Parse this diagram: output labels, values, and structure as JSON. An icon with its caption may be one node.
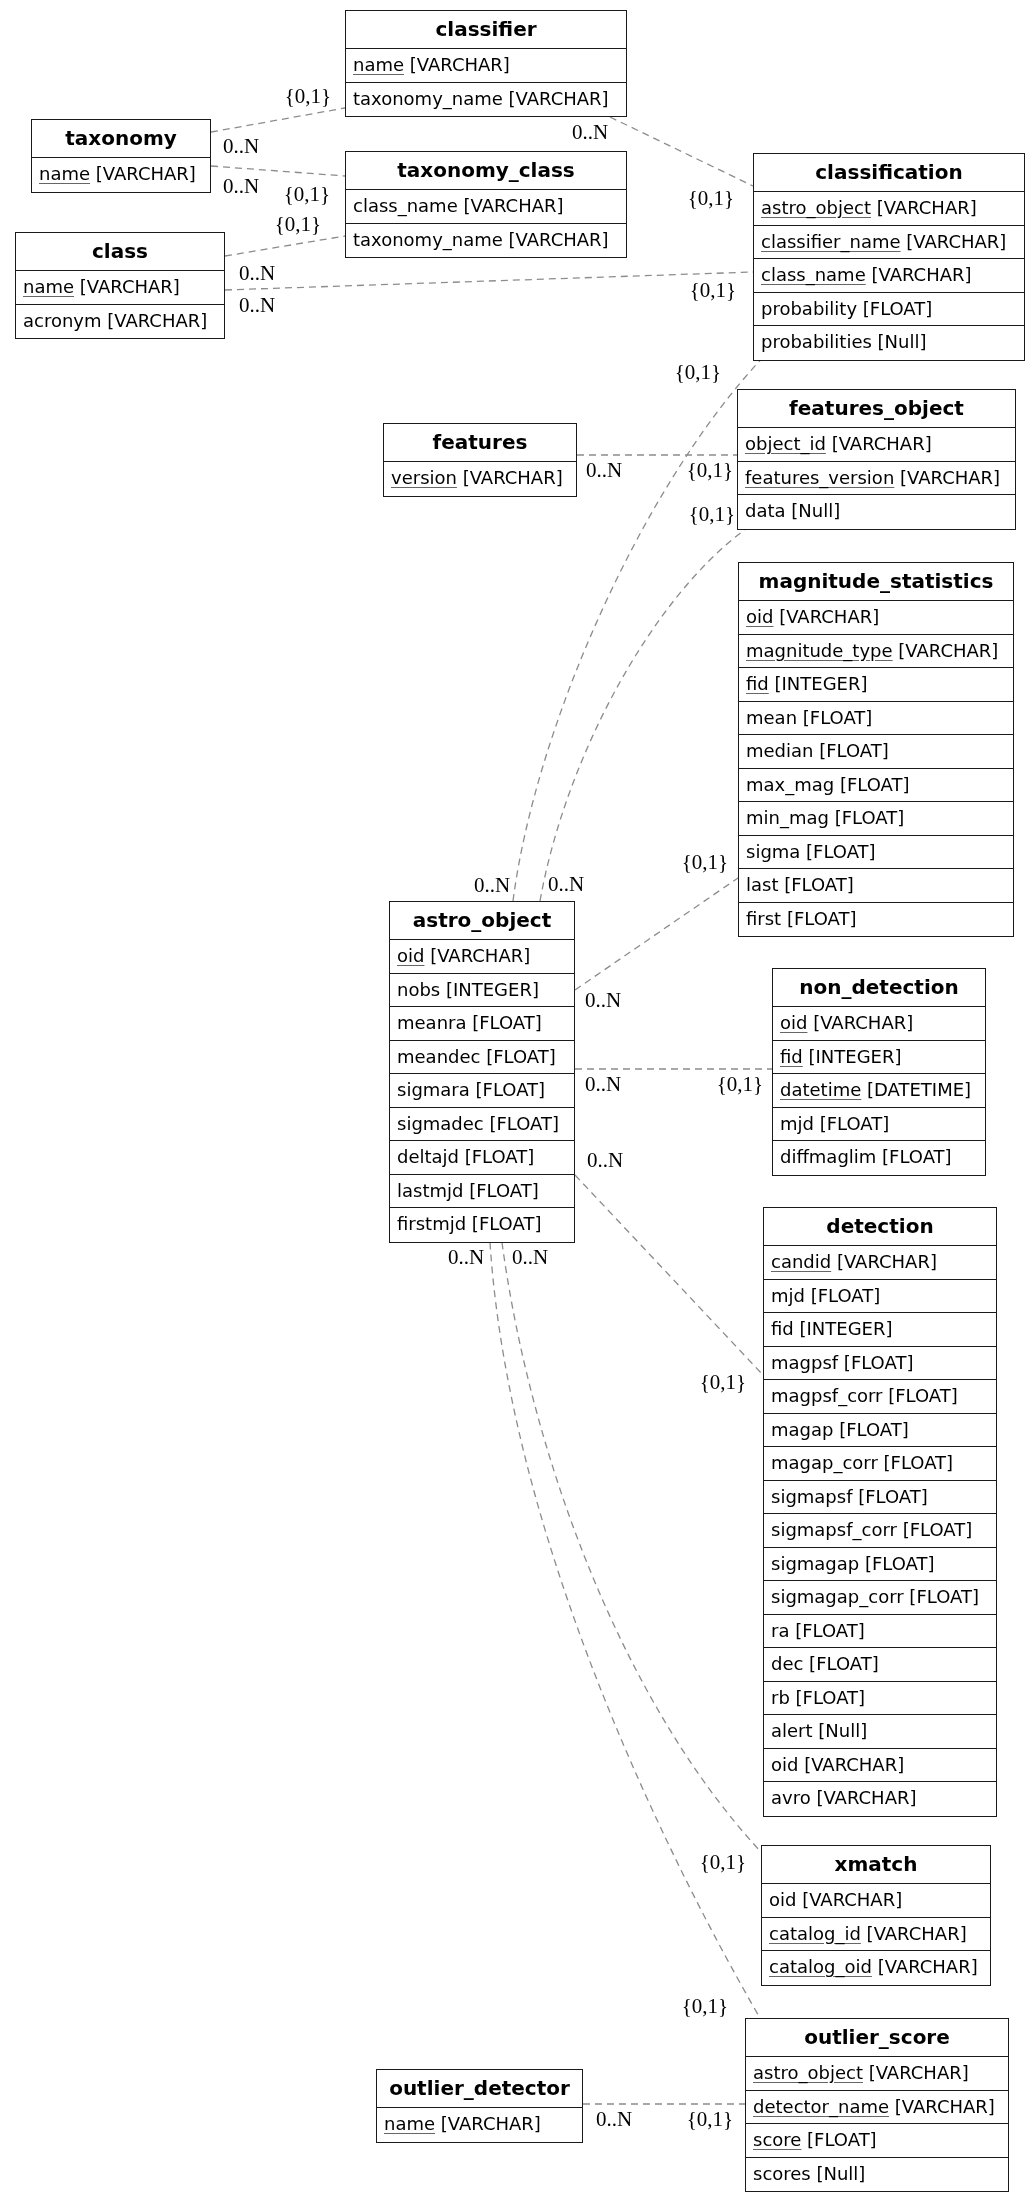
{
  "diagram": {
    "nodes": [
      {
        "text": [
          "classifier",
          "name [VARCHAR]",
          "taxonomy_name [VARCHAR]"
        ]
      },
      {
        "text": [
          "taxonomy",
          "name [VARCHAR]"
        ]
      },
      {
        "text": [
          "taxonomy_class",
          "class_name [VARCHAR]",
          "taxonomy_name [VARCHAR]"
        ]
      },
      {
        "text": [
          "classification",
          "astro_object [VARCHAR]",
          "classifier_name [VARCHAR]",
          "class_name [VARCHAR]",
          "probability [FLOAT]",
          "probabilities [Null]"
        ]
      },
      {
        "text": [
          "class",
          "name [VARCHAR]",
          "acronym [VARCHAR]"
        ]
      },
      {
        "text": [
          "features",
          "version [VARCHAR]"
        ]
      },
      {
        "text": [
          "features_object",
          "object_id [VARCHAR]",
          "features_version [VARCHAR]",
          "data [Null]"
        ]
      },
      {
        "text": [
          "magnitude_statistics",
          "oid [VARCHAR]",
          "magnitude_type [VARCHAR]",
          "fid [INTEGER]",
          "mean [FLOAT]",
          "median [FLOAT]",
          "max_mag [FLOAT]",
          "min_mag [FLOAT]",
          "sigma [FLOAT]",
          "last [FLOAT]",
          "first [FLOAT]"
        ]
      },
      {
        "text": [
          "astro_object",
          "oid [VARCHAR]",
          "nobs [INTEGER]",
          "meanra [FLOAT]",
          "meandec [FLOAT]",
          "sigmara [FLOAT]",
          "sigmadec [FLOAT]",
          "deltajd [FLOAT]",
          "lastmjd [FLOAT]",
          "firstmjd [FLOAT]"
        ]
      },
      {
        "text": [
          "non_detection",
          "oid [VARCHAR]",
          "fid [INTEGER]",
          "datetime [DATETIME]",
          "mjd [FLOAT]",
          "diffmaglim [FLOAT]"
        ]
      },
      {
        "text": [
          "detection",
          "candid [VARCHAR]",
          "mjd [FLOAT]",
          "fid [INTEGER]",
          "magpsf [FLOAT]",
          "magpsf_corr [FLOAT]",
          "magap [FLOAT]",
          "magap_corr [FLOAT]",
          "sigmapsf [FLOAT]",
          "sigmapsf_corr [FLOAT]",
          "sigmagap [FLOAT]",
          "sigmagap_corr [FLOAT]",
          "ra [FLOAT]",
          "dec [FLOAT]",
          "rb [FLOAT]",
          "alert [Null]",
          "oid [VARCHAR]",
          "avro [VARCHAR]"
        ]
      },
      {
        "text": [
          "xmatch",
          "oid [VARCHAR]",
          "catalog_id [VARCHAR]",
          "catalog_oid [VARCHAR]"
        ]
      },
      {
        "text": [
          "outlier_detector",
          "name [VARCHAR]"
        ]
      },
      {
        "text": [
          "outlier_score",
          "astro_object [VARCHAR]",
          "detector_name [VARCHAR]",
          "score [FLOAT]",
          "scores [Null]"
        ]
      }
    ],
    "edges": [
      {
        "from": 1,
        "to": 0,
        "arrow": "none",
        "style": "dashed"
      },
      {
        "from": 1,
        "to": 2,
        "arrow": "none",
        "style": "dashed"
      },
      {
        "from": 0,
        "to": 3,
        "arrow": "none",
        "style": "dashed"
      },
      {
        "from": 4,
        "to": 2,
        "arrow": "none",
        "style": "dashed"
      },
      {
        "from": 4,
        "to": 3,
        "arrow": "none",
        "style": "dashed"
      },
      {
        "from": 8,
        "to": 3,
        "arrow": "none",
        "style": "dashed"
      },
      {
        "from": 5,
        "to": 6,
        "arrow": "none",
        "style": "dashed"
      },
      {
        "from": 8,
        "to": 6,
        "arrow": "none",
        "style": "dashed"
      },
      {
        "from": 8,
        "to": 7,
        "arrow": "none",
        "style": "dashed"
      },
      {
        "from": 8,
        "to": 9,
        "arrow": "none",
        "style": "dashed"
      },
      {
        "from": 8,
        "to": 10,
        "arrow": "none",
        "style": "dashed"
      },
      {
        "from": 8,
        "to": 11,
        "arrow": "none",
        "style": "dashed"
      },
      {
        "from": 8,
        "to": 13,
        "arrow": "none",
        "style": "dashed"
      },
      {
        "from": 12,
        "to": 13,
        "arrow": "none",
        "style": "dashed"
      }
    ],
    "labels": [
      "{0,1}",
      "0..N",
      "0..N",
      "0..N",
      "{0,1}",
      "{0,1}",
      "{0,1}",
      "0..N",
      "{0,1}",
      "0..N",
      "{0,1}",
      "0..N",
      "{0,1}",
      "{0,1}",
      "{0,1}",
      "0..N",
      "0..N",
      "0..N",
      "0..N",
      "{0,1}",
      "0..N",
      "0..N",
      "0..N",
      "{0,1}",
      "{0,1}",
      "{0,1}",
      "0..N",
      "{0,1}"
    ]
  }
}
